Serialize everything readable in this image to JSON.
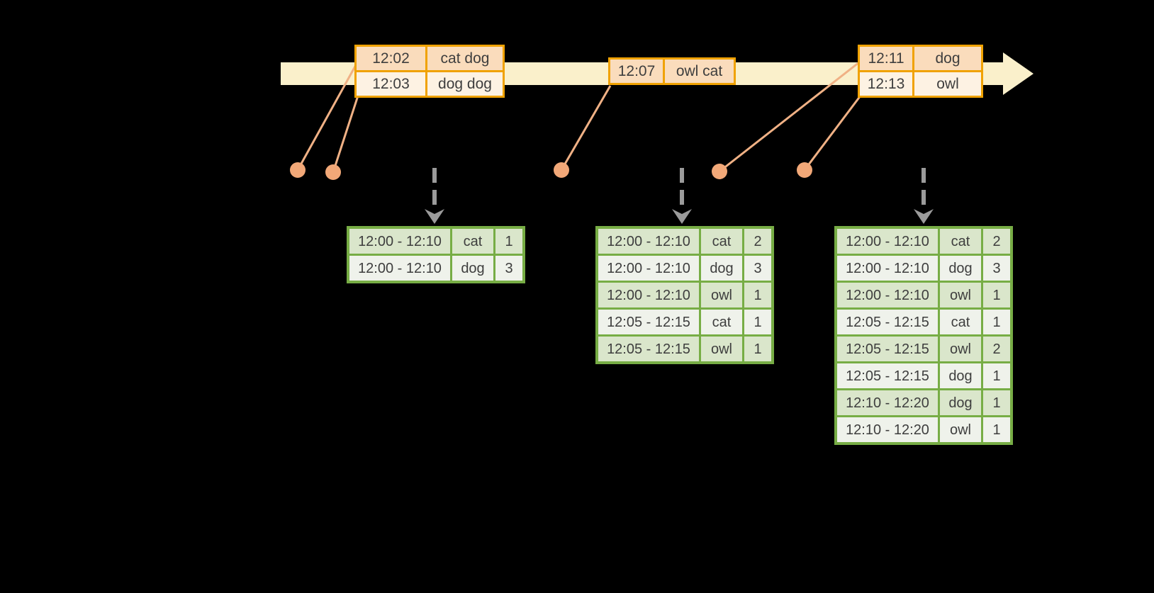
{
  "colors": {
    "background": "#000000",
    "timeline_band": "#FAF0CB",
    "event_table_border": "#F0A202",
    "event_row_dark": "#FADCBC",
    "event_row_light": "#FDF2E3",
    "connector_line": "#F0B185",
    "event_dot": "#F2A878",
    "trigger_arrow": "#9B9B9B",
    "result_table_border": "#77AD45",
    "result_row_green": "#DAE6CB",
    "result_row_light": "#EFF2EB",
    "text": "#3E3E3E"
  },
  "timeline": {
    "event_tables": [
      {
        "rows": [
          {
            "time": "12:02",
            "words": "cat dog"
          },
          {
            "time": "12:03",
            "words": "dog dog"
          }
        ]
      },
      {
        "rows": [
          {
            "time": "12:07",
            "words": "owl cat"
          }
        ]
      },
      {
        "rows": [
          {
            "time": "12:11",
            "words": "dog"
          },
          {
            "time": "12:13",
            "words": "owl"
          }
        ]
      }
    ]
  },
  "result_tables": [
    {
      "rows": [
        {
          "window": "12:00 - 12:10",
          "word": "cat",
          "count": "1"
        },
        {
          "window": "12:00 - 12:10",
          "word": "dog",
          "count": "3"
        }
      ]
    },
    {
      "rows": [
        {
          "window": "12:00 - 12:10",
          "word": "cat",
          "count": "2"
        },
        {
          "window": "12:00 - 12:10",
          "word": "dog",
          "count": "3"
        },
        {
          "window": "12:00 - 12:10",
          "word": "owl",
          "count": "1"
        },
        {
          "window": "12:05 - 12:15",
          "word": "cat",
          "count": "1"
        },
        {
          "window": "12:05 - 12:15",
          "word": "owl",
          "count": "1"
        }
      ]
    },
    {
      "rows": [
        {
          "window": "12:00 - 12:10",
          "word": "cat",
          "count": "2"
        },
        {
          "window": "12:00 - 12:10",
          "word": "dog",
          "count": "3"
        },
        {
          "window": "12:00 - 12:10",
          "word": "owl",
          "count": "1"
        },
        {
          "window": "12:05 - 12:15",
          "word": "cat",
          "count": "1"
        },
        {
          "window": "12:05 - 12:15",
          "word": "owl",
          "count": "2"
        },
        {
          "window": "12:05 - 12:15",
          "word": "dog",
          "count": "1"
        },
        {
          "window": "12:10 - 12:20",
          "word": "dog",
          "count": "1"
        },
        {
          "window": "12:10 - 12:20",
          "word": "owl",
          "count": "1"
        }
      ]
    }
  ]
}
